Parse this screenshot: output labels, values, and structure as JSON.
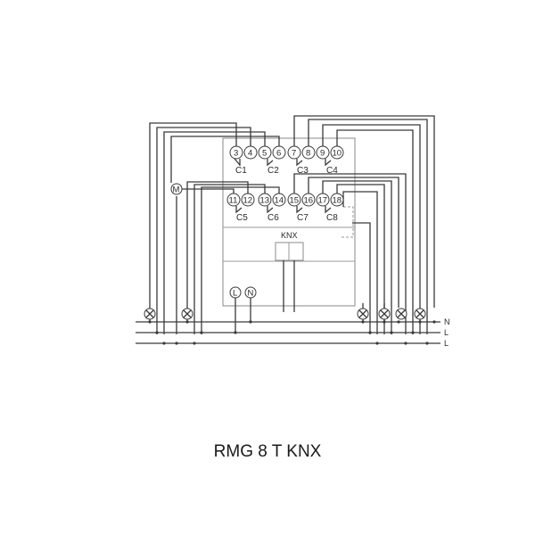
{
  "caption": "RMG 8 T KNX",
  "module_label": "KNX",
  "top_channels": [
    {
      "label": "C1",
      "terminals": [
        "3",
        "4"
      ]
    },
    {
      "label": "C2",
      "terminals": [
        "5",
        "6"
      ]
    },
    {
      "label": "C3",
      "terminals": [
        "7",
        "8"
      ]
    },
    {
      "label": "C4",
      "terminals": [
        "9",
        "10"
      ]
    }
  ],
  "bottom_channels": [
    {
      "label": "C5",
      "terminals": [
        "11",
        "12"
      ]
    },
    {
      "label": "C6",
      "terminals": [
        "13",
        "14"
      ]
    },
    {
      "label": "C7",
      "terminals": [
        "15",
        "16"
      ]
    },
    {
      "label": "C8",
      "terminals": [
        "17",
        "18"
      ]
    }
  ],
  "supply_terminals": [
    "L",
    "N"
  ],
  "motor_symbol": "M",
  "rails": [
    "N",
    "L",
    "L"
  ],
  "icons": {
    "lamp": "lamp-icon",
    "motor": "motor-icon"
  },
  "colors": {
    "wire": "#3a3a3a",
    "housing": "#8a8a8a",
    "text": "#1a1a1a"
  }
}
